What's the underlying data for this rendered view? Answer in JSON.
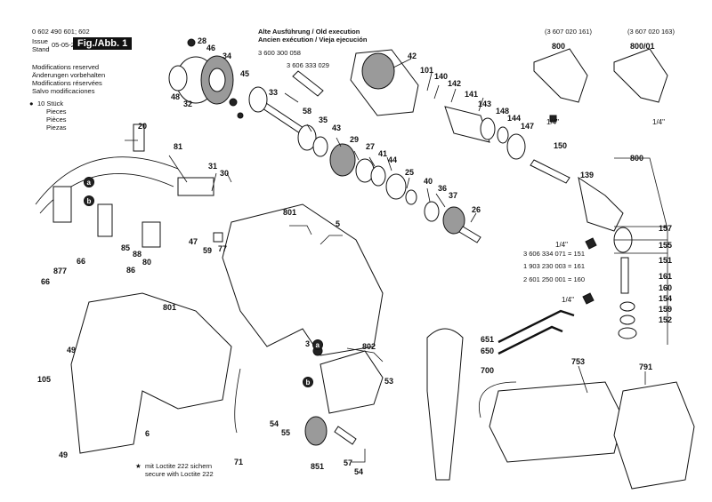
{
  "header": {
    "doc_number": "0 602 490 601; 602",
    "issue_label": "Issue",
    "stand_label": "Stand",
    "issue_date": "05-05-25",
    "fig_label": "Fig./Abb. 1",
    "modifications": [
      "Modifications reserved",
      "Änderungen vorbehalten",
      "Modifications réservées",
      "Salvo modificaciones"
    ],
    "pieces_count": "10 Stück",
    "pieces": [
      "Pieces",
      "Pièces",
      "Piezas"
    ]
  },
  "execution_note": {
    "line1": "Alte Ausführung / Old execution",
    "line2": "Ancien exécution / Vieja ejecución"
  },
  "catalog_numbers": {
    "cat_300058": "3 600 300 058",
    "cat_333029": "3 606 333 029",
    "cat_020161": "(3 607 020 161)",
    "cat_020163": "(3 607 020 163)",
    "ref_151": "3 606 334 071 = 151",
    "ref_161": "1 903 230 003 = 161",
    "ref_160": "2 601 250 001 = 160"
  },
  "size_labels": {
    "quarter_a": "1/4\"",
    "quarter_b": "1/4\"",
    "quarter_c": "1/4\"",
    "quarter_d": "1/4\""
  },
  "footnote": {
    "line1": "mit Loctite 222 sichern",
    "line2": "secure with Loctite 222"
  },
  "part_labels": [
    {
      "id": "28",
      "text": "28"
    },
    {
      "id": "46",
      "text": "46"
    },
    {
      "id": "34",
      "text": "34"
    },
    {
      "id": "48",
      "text": "48"
    },
    {
      "id": "32",
      "text": "32"
    },
    {
      "id": "45",
      "text": "45"
    },
    {
      "id": "33",
      "text": "33"
    },
    {
      "id": "58",
      "text": "58"
    },
    {
      "id": "35",
      "text": "35"
    },
    {
      "id": "43",
      "text": "43"
    },
    {
      "id": "29",
      "text": "29"
    },
    {
      "id": "27",
      "text": "27"
    },
    {
      "id": "41",
      "text": "41"
    },
    {
      "id": "44",
      "text": "44"
    },
    {
      "id": "25",
      "text": "25"
    },
    {
      "id": "40",
      "text": "40"
    },
    {
      "id": "36",
      "text": "36"
    },
    {
      "id": "37",
      "text": "37"
    },
    {
      "id": "26",
      "text": "26"
    },
    {
      "id": "42",
      "text": "42"
    },
    {
      "id": "101",
      "text": "101"
    },
    {
      "id": "140",
      "text": "140"
    },
    {
      "id": "142",
      "text": "142"
    },
    {
      "id": "141",
      "text": "141"
    },
    {
      "id": "143",
      "text": "143"
    },
    {
      "id": "148",
      "text": "148"
    },
    {
      "id": "144",
      "text": "144"
    },
    {
      "id": "147",
      "text": "147"
    },
    {
      "id": "150",
      "text": "150"
    },
    {
      "id": "139",
      "text": "139"
    },
    {
      "id": "800a",
      "text": "800"
    },
    {
      "id": "800b",
      "text": "800/01"
    },
    {
      "id": "800c",
      "text": "800"
    },
    {
      "id": "157",
      "text": "157"
    },
    {
      "id": "155",
      "text": "155"
    },
    {
      "id": "151",
      "text": "151"
    },
    {
      "id": "161",
      "text": "161"
    },
    {
      "id": "160",
      "text": "160"
    },
    {
      "id": "154",
      "text": "154"
    },
    {
      "id": "159",
      "text": "159"
    },
    {
      "id": "152",
      "text": "152"
    },
    {
      "id": "20",
      "text": "20"
    },
    {
      "id": "81",
      "text": "81"
    },
    {
      "id": "31",
      "text": "31"
    },
    {
      "id": "30",
      "text": "30"
    },
    {
      "id": "47",
      "text": "47"
    },
    {
      "id": "59",
      "text": "59"
    },
    {
      "id": "77",
      "text": "77"
    },
    {
      "id": "85",
      "text": "85"
    },
    {
      "id": "88",
      "text": "88"
    },
    {
      "id": "80",
      "text": "80"
    },
    {
      "id": "86",
      "text": "86"
    },
    {
      "id": "66a",
      "text": "66"
    },
    {
      "id": "877",
      "text": "877"
    },
    {
      "id": "66b",
      "text": "66"
    },
    {
      "id": "801a",
      "text": "801"
    },
    {
      "id": "5",
      "text": "5"
    },
    {
      "id": "801b",
      "text": "801"
    },
    {
      "id": "49a",
      "text": "49"
    },
    {
      "id": "105",
      "text": "105"
    },
    {
      "id": "6",
      "text": "6"
    },
    {
      "id": "49b",
      "text": "49"
    },
    {
      "id": "71",
      "text": "71"
    },
    {
      "id": "3",
      "text": "3"
    },
    {
      "id": "802",
      "text": "802"
    },
    {
      "id": "53",
      "text": "53"
    },
    {
      "id": "54a",
      "text": "54"
    },
    {
      "id": "55",
      "text": "55"
    },
    {
      "id": "851",
      "text": "851"
    },
    {
      "id": "57",
      "text": "57"
    },
    {
      "id": "54b",
      "text": "54"
    },
    {
      "id": "700",
      "text": "700"
    },
    {
      "id": "651",
      "text": "651"
    },
    {
      "id": "650",
      "text": "650"
    },
    {
      "id": "753",
      "text": "753"
    },
    {
      "id": "791",
      "text": "791"
    },
    {
      "id": "a1",
      "text": "a"
    },
    {
      "id": "b1",
      "text": "b"
    },
    {
      "id": "a2",
      "text": "a"
    },
    {
      "id": "b2",
      "text": "b"
    }
  ]
}
